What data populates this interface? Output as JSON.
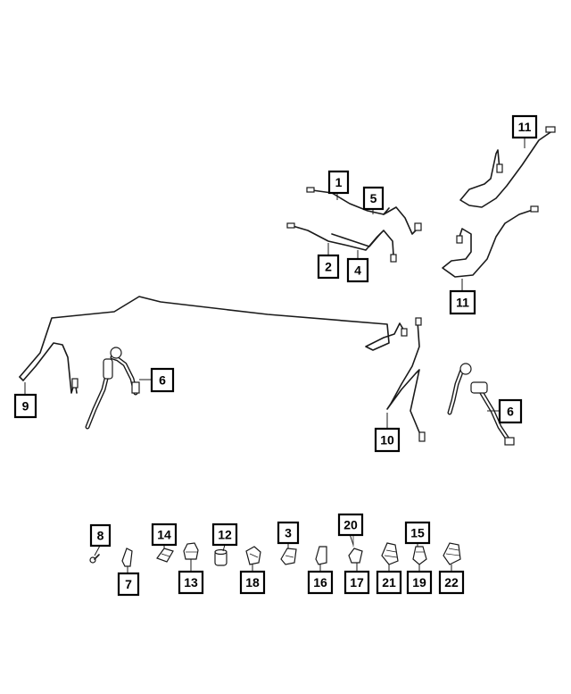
{
  "callouts": {
    "c1": "1",
    "c2": "2",
    "c3": "3",
    "c4": "4",
    "c5": "5",
    "c6a": "6",
    "c6b": "6",
    "c7": "7",
    "c8": "8",
    "c9": "9",
    "c10": "10",
    "c11a": "11",
    "c11b": "11",
    "c12": "12",
    "c13": "13",
    "c14": "14",
    "c15": "15",
    "c16": "16",
    "c17": "17",
    "c18": "18",
    "c19": "19",
    "c20": "20",
    "c21": "21",
    "c22": "22"
  },
  "colors": {
    "line": "#1a1a1a",
    "background": "#ffffff"
  }
}
